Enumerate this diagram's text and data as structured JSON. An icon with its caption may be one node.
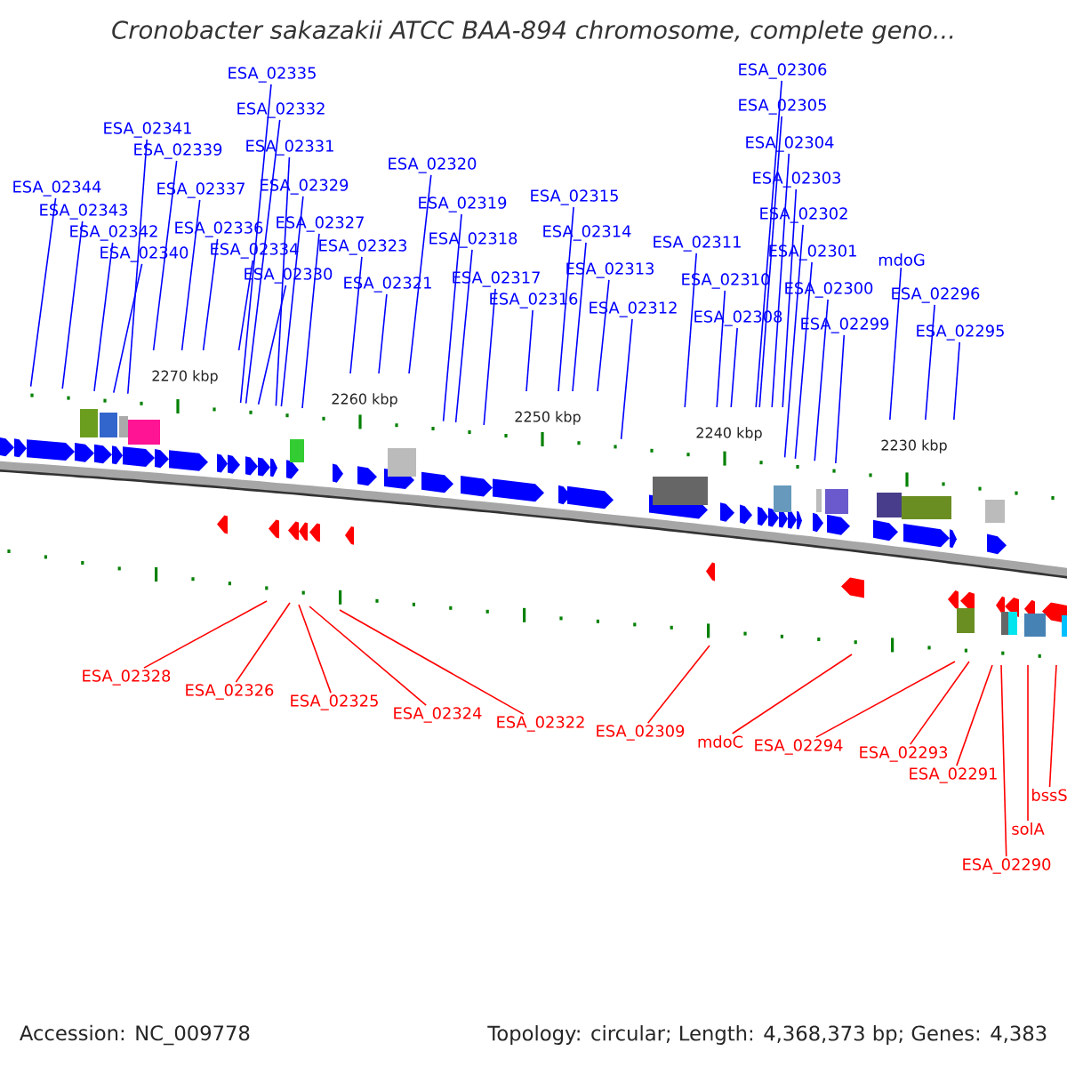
{
  "diagram": {
    "title": "Cronobacter sakazakii ATCC BAA-894 chromosome, complete geno...",
    "nodes": [
      {
        "text": [
          "ESA_02306"
        ]
      },
      {
        "text": [
          "ESA_02335"
        ]
      },
      {
        "text": [
          "ESA_02305"
        ]
      },
      {
        "text": [
          "ESA_02332"
        ]
      },
      {
        "text": [
          "ESA_02341"
        ]
      },
      {
        "text": [
          "ESA_02304"
        ]
      },
      {
        "text": [
          "ESA_02331"
        ]
      },
      {
        "text": [
          "ESA_02339"
        ]
      },
      {
        "text": [
          "ESA_02320"
        ]
      },
      {
        "text": [
          "ESA_02303"
        ]
      },
      {
        "text": [
          "ESA_02329"
        ]
      },
      {
        "text": [
          "ESA_02344"
        ]
      },
      {
        "text": [
          "ESA_02337"
        ]
      },
      {
        "text": [
          "ESA_02315"
        ]
      },
      {
        "text": [
          "ESA_02319"
        ]
      },
      {
        "text": [
          "ESA_02343"
        ]
      },
      {
        "text": [
          "ESA_02302"
        ]
      },
      {
        "text": [
          "ESA_02327"
        ]
      },
      {
        "text": [
          "ESA_02336"
        ]
      },
      {
        "text": [
          "ESA_02342"
        ]
      },
      {
        "text": [
          "ESA_02314"
        ]
      },
      {
        "text": [
          "ESA_02318"
        ]
      },
      {
        "text": [
          "ESA_02311"
        ]
      },
      {
        "text": [
          "ESA_02323"
        ]
      },
      {
        "text": [
          "ESA_02334"
        ]
      },
      {
        "text": [
          "ESA_02301"
        ]
      },
      {
        "text": [
          "ESA_02340"
        ]
      },
      {
        "text": [
          "mdoG"
        ]
      },
      {
        "text": [
          "ESA_02313"
        ]
      },
      {
        "text": [
          "ESA_02330"
        ]
      },
      {
        "text": [
          "ESA_02317"
        ]
      },
      {
        "text": [
          "ESA_02310"
        ]
      },
      {
        "text": [
          "ESA_02321"
        ]
      },
      {
        "text": [
          "ESA_02300"
        ]
      },
      {
        "text": [
          "ESA_02296"
        ]
      },
      {
        "text": [
          "ESA_02316"
        ]
      },
      {
        "text": [
          "ESA_02312"
        ]
      },
      {
        "text": [
          "ESA_02308"
        ]
      },
      {
        "text": [
          "ESA_02299"
        ]
      },
      {
        "text": [
          "ESA_02295"
        ]
      },
      {
        "text": [
          "ESA_02328"
        ]
      },
      {
        "text": [
          "ESA_02326"
        ]
      },
      {
        "text": [
          "ESA_02325"
        ]
      },
      {
        "text": [
          "ESA_02324"
        ]
      },
      {
        "text": [
          "ESA_02322"
        ]
      },
      {
        "text": [
          "ESA_02309"
        ]
      },
      {
        "text": [
          "mdoC"
        ]
      },
      {
        "text": [
          "ESA_02294"
        ]
      },
      {
        "text": [
          "ESA_02293"
        ]
      },
      {
        "text": [
          "ESA_02291"
        ]
      },
      {
        "text": [
          "ESA_02290"
        ]
      },
      {
        "text": [
          "solA"
        ]
      },
      {
        "text": [
          "bssS"
        ]
      }
    ],
    "edges": [
      {
        "from": 0,
        "to": null,
        "arrow": "none"
      },
      {
        "from": 1,
        "to": null,
        "arrow": "none"
      },
      {
        "from": 2,
        "to": null,
        "arrow": "none"
      },
      {
        "from": 3,
        "to": null,
        "arrow": "none"
      },
      {
        "from": 4,
        "to": null,
        "arrow": "none"
      },
      {
        "from": 5,
        "to": null,
        "arrow": "none"
      },
      {
        "from": 6,
        "to": null,
        "arrow": "none"
      },
      {
        "from": 7,
        "to": null,
        "arrow": "none"
      },
      {
        "from": 8,
        "to": null,
        "arrow": "none"
      },
      {
        "from": 9,
        "to": null,
        "arrow": "none"
      },
      {
        "from": 10,
        "to": null,
        "arrow": "none"
      },
      {
        "from": 11,
        "to": null,
        "arrow": "none"
      },
      {
        "from": 12,
        "to": null,
        "arrow": "none"
      },
      {
        "from": 13,
        "to": null,
        "arrow": "none"
      },
      {
        "from": 14,
        "to": null,
        "arrow": "none"
      },
      {
        "from": 15,
        "to": null,
        "arrow": "none"
      },
      {
        "from": 16,
        "to": null,
        "arrow": "none"
      },
      {
        "from": 17,
        "to": null,
        "arrow": "none"
      },
      {
        "from": 18,
        "to": null,
        "arrow": "none"
      },
      {
        "from": 19,
        "to": null,
        "arrow": "none"
      },
      {
        "from": 20,
        "to": null,
        "arrow": "none"
      },
      {
        "from": 21,
        "to": null,
        "arrow": "none"
      },
      {
        "from": 22,
        "to": null,
        "arrow": "none"
      },
      {
        "from": 23,
        "to": null,
        "arrow": "none"
      },
      {
        "from": 24,
        "to": null,
        "arrow": "none"
      },
      {
        "from": 25,
        "to": null,
        "arrow": "none"
      },
      {
        "from": 26,
        "to": null,
        "arrow": "none"
      },
      {
        "from": 27,
        "to": null,
        "arrow": "none"
      },
      {
        "from": 28,
        "to": null,
        "arrow": "none"
      },
      {
        "from": 29,
        "to": null,
        "arrow": "none"
      },
      {
        "from": 30,
        "to": null,
        "arrow": "none"
      },
      {
        "from": 31,
        "to": null,
        "arrow": "none"
      },
      {
        "from": 32,
        "to": null,
        "arrow": "none"
      },
      {
        "from": 33,
        "to": null,
        "arrow": "none"
      },
      {
        "from": 34,
        "to": null,
        "arrow": "none"
      },
      {
        "from": 35,
        "to": null,
        "arrow": "none"
      },
      {
        "from": 36,
        "to": null,
        "arrow": "none"
      },
      {
        "from": 37,
        "to": null,
        "arrow": "none"
      },
      {
        "from": 38,
        "to": null,
        "arrow": "none"
      },
      {
        "from": 39,
        "to": null,
        "arrow": "none"
      },
      {
        "from": 40,
        "to": null,
        "arrow": "none",
        "color": "#ff0000"
      },
      {
        "from": 41,
        "to": null,
        "arrow": "none",
        "color": "#ff0000"
      },
      {
        "from": 42,
        "to": null,
        "arrow": "none",
        "color": "#ff0000"
      },
      {
        "from": 43,
        "to": null,
        "arrow": "none",
        "color": "#ff0000"
      },
      {
        "from": 44,
        "to": null,
        "arrow": "none",
        "color": "#ff0000"
      },
      {
        "from": 45,
        "to": null,
        "arrow": "none",
        "color": "#ff0000"
      },
      {
        "from": 46,
        "to": null,
        "arrow": "none",
        "color": "#ff0000"
      },
      {
        "from": 47,
        "to": null,
        "arrow": "none",
        "color": "#ff0000"
      },
      {
        "from": 48,
        "to": null,
        "arrow": "none",
        "color": "#ff0000"
      },
      {
        "from": 49,
        "to": null,
        "arrow": "none",
        "color": "#ff0000"
      },
      {
        "from": 50,
        "to": null,
        "arrow": "none",
        "color": "#ff0000"
      },
      {
        "from": 51,
        "to": null,
        "arrow": "none",
        "color": "#ff0000"
      },
      {
        "from": 52,
        "to": null,
        "arrow": "none",
        "color": "#ff0000"
      }
    ],
    "labels": [
      "2270 kbp",
      "2260 kbp",
      "2250 kbp",
      "2240 kbp",
      "2230 kbp",
      "Accession: NC_009778",
      "Topology: circular; Length: 4,368,373 bp; Genes: 4,383"
    ]
  }
}
